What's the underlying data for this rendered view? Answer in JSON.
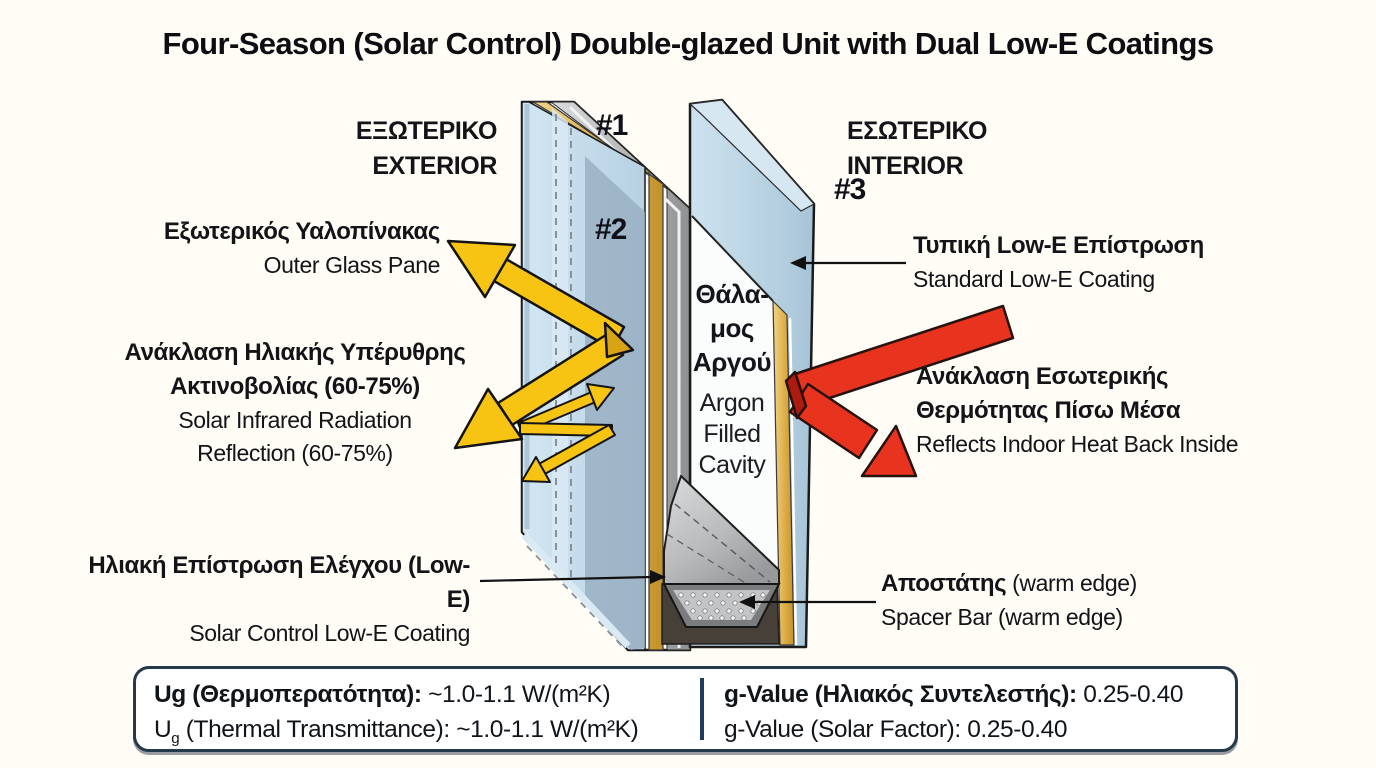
{
  "title": "Four-Season (Solar Control) Double-glazed Unit with Dual Low-E Coatings",
  "side_labels": {
    "exterior_el": "ΕΞΩΤΕΡΙΚΟ",
    "exterior_en": "EXTERIOR",
    "interior_el": "ΕΣΩΤΕΡΙΚΟ",
    "interior_en": "INTERIOR"
  },
  "surface_numbers": {
    "n1": "#1",
    "n2": "#2",
    "n3": "#3"
  },
  "callouts": {
    "outer_glass": {
      "el": "Εξωτερικός Υαλοπίνακας",
      "en": "Outer Glass Pane"
    },
    "solar_reflection": {
      "el_line1": "Ανάκλαση Ηλιακής Υπέρυθρης",
      "el_line2": "Ακτινοβολίας (60-75%)",
      "en_line1": "Solar Infrared Radiation",
      "en_line2": "Reflection (60-75%)"
    },
    "solar_coating": {
      "el": "Ηλιακή Επίστρωση Ελέγχου (Low-E)",
      "en": "Solar Control Low-E Coating"
    },
    "standard_coating": {
      "el": "Τυπική Low-E Επίστρωση",
      "en": "Standard Low-E Coating"
    },
    "indoor_heat": {
      "el_line1": "Ανάκλαση Εσωτερικής",
      "el_line2": "Θερμότητας Πίσω Μέσα",
      "en": "Reflects Indoor Heat Back Inside"
    },
    "spacer": {
      "el_bold": "Αποστάτης",
      "el_rest": " (warm edge)",
      "en": "Spacer Bar (warm edge)"
    },
    "cavity": {
      "el_line1": "Θάλα-",
      "el_line2": "μος",
      "el_line3": "Αργού",
      "en_line1": "Argon",
      "en_line2": "Filled",
      "en_line3": "Cavity"
    }
  },
  "specs": {
    "ug_el_label": "Ug (Θερμοπερατότητα):",
    "ug_el_value": " ~1.0-1.1 W/(m²K)",
    "ug_en_prefix": "U",
    "ug_en_sub": "g",
    "ug_en_rest": " (Thermal Transmittance): ~1.0-1.1 W/(m²K)",
    "g_el_label": "g-Value (Ηλιακός Συντελεστής):",
    "g_el_value": " 0.25-0.40",
    "g_en": "g-Value (Solar Factor): 0.25-0.40"
  },
  "colors": {
    "background": "#fffdf6",
    "glass_blue": "#c9dfee",
    "glass_steel_band": "#97aec1",
    "lowe_gold": "#d9a83f",
    "edge_silver": "#b6b8ba",
    "sun_arrow_yellow": "#f8c413",
    "heat_arrow_red": "#e8341f",
    "sealant_dark": "#474039",
    "spec_divider_navy": "#1d3c5f",
    "outline_black": "#1b1b1b"
  }
}
